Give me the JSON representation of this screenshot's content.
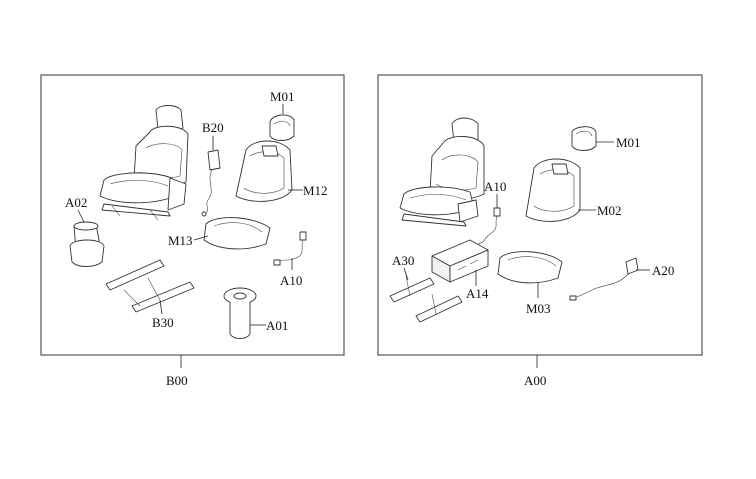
{
  "panels": [
    {
      "id": "left",
      "assembly_label": "B00",
      "parts": [
        {
          "key": "seat-assembly"
        },
        {
          "key": "M01",
          "label": "M01"
        },
        {
          "key": "B20",
          "label": "B20"
        },
        {
          "key": "M12",
          "label": "M12"
        },
        {
          "key": "A02",
          "label": "A02"
        },
        {
          "key": "M13",
          "label": "M13"
        },
        {
          "key": "A10",
          "label": "A10"
        },
        {
          "key": "B30",
          "label": "B30"
        },
        {
          "key": "A01",
          "label": "A01"
        }
      ]
    },
    {
      "id": "right",
      "assembly_label": "A00",
      "parts": [
        {
          "key": "seat-assembly"
        },
        {
          "key": "M01",
          "label": "M01"
        },
        {
          "key": "A10",
          "label": "A10"
        },
        {
          "key": "M02",
          "label": "M02"
        },
        {
          "key": "A30",
          "label": "A30"
        },
        {
          "key": "A14",
          "label": "A14"
        },
        {
          "key": "M03",
          "label": "M03"
        },
        {
          "key": "A20",
          "label": "A20"
        }
      ]
    }
  ]
}
